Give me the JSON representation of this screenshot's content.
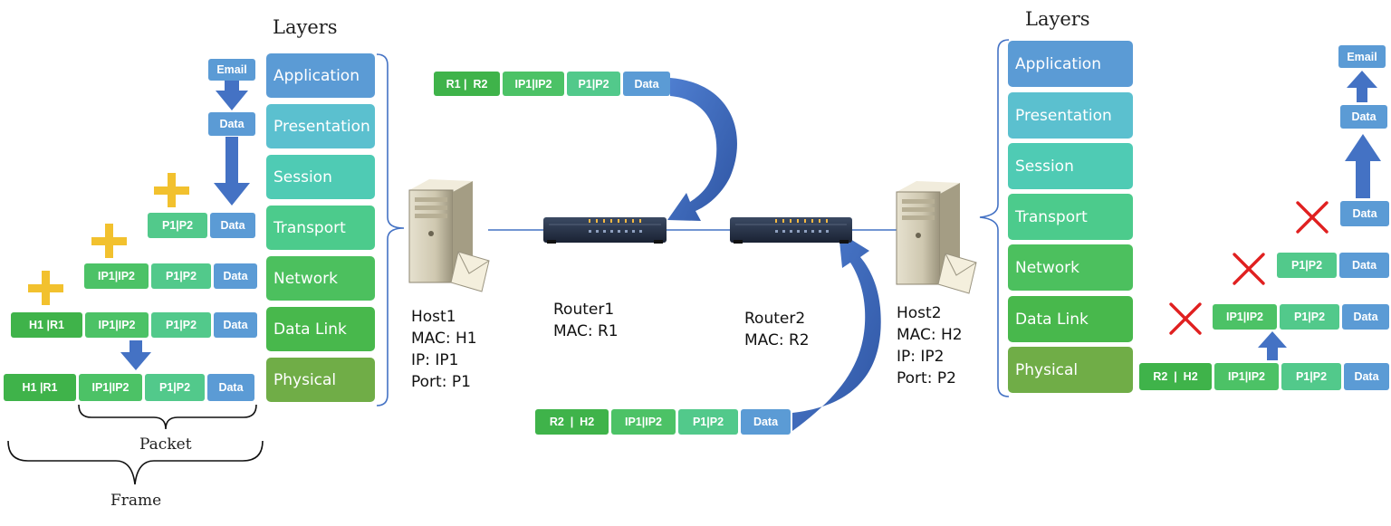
{
  "layers_title": "Layers",
  "layers": [
    "Application",
    "Presentation",
    "Session",
    "Transport",
    "Network",
    "Data Link",
    "Physical"
  ],
  "colors": {
    "application": "#5b9bd5",
    "presentation": "#5bc0cf",
    "session": "#4fcbb4",
    "transport": "#4ccb8c",
    "network": "#4cc05e",
    "datalink": "#48b84c",
    "physical": "#70ad47",
    "data": "#5b9bd5",
    "port": "#52c98b",
    "ip": "#4cc266",
    "mac": "#3fb34a",
    "arrow": "#4472c4",
    "plus": "#f2c12e",
    "cross": "#e02020",
    "bracket": "#4472c4"
  },
  "left_stack": {
    "email": "Email",
    "data": "Data",
    "port": "P1|P2",
    "ip": "IP1|IP2",
    "mac": "H1 |R1",
    "packet_label": "Packet",
    "frame_label": "Frame"
  },
  "top_frame": [
    "R1 |  R2",
    "IP1|IP2",
    "P1|P2",
    "Data"
  ],
  "bottom_frame": [
    "R2  |  H2",
    "IP1|IP2",
    "P1|P2",
    "Data"
  ],
  "host1": {
    "name": "Host1",
    "mac": "MAC: H1",
    "ip": "IP: IP1",
    "port": "Port: P1"
  },
  "router1": {
    "name": "Router1",
    "mac": "MAC: R1"
  },
  "router2": {
    "name": "Router2",
    "mac": "MAC: R2"
  },
  "host2": {
    "name": "Host2",
    "mac": "MAC: H2",
    "ip": "IP: IP2",
    "port": "Port: P2"
  },
  "right_stack": {
    "email": "Email",
    "data": "Data",
    "port": "P1|P2",
    "ip": "IP1|IP2",
    "mac": "R2  |  H2"
  }
}
